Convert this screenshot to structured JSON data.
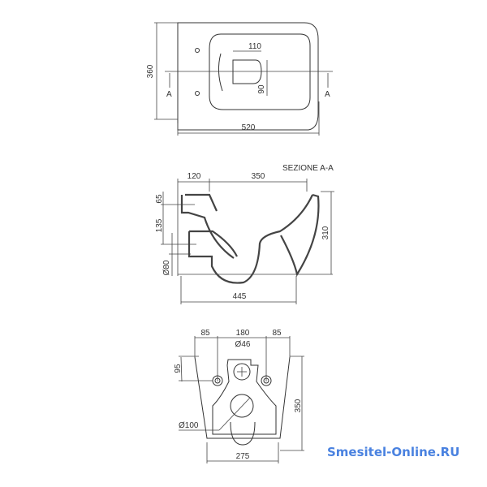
{
  "top_view": {
    "width": "520",
    "depth": "360",
    "seat_width": "110",
    "seat_depth": "90",
    "section_left": "A",
    "section_right": "A"
  },
  "section_view": {
    "title": "SEZIONE A-A",
    "dim_120": "120",
    "dim_350": "350",
    "dim_65": "65",
    "dim_135": "135",
    "dim_80": "Ø80",
    "height": "310",
    "length": "445"
  },
  "rear_view": {
    "dim_85_left": "85",
    "dim_180": "180",
    "dim_85_right": "85",
    "dim_46": "Ø46",
    "dim_95": "95",
    "height": "350",
    "dim_100": "Ø100",
    "width": "275"
  },
  "watermark": "Smesitel-Online.RU",
  "colors": {
    "watermark": "#4a82e0",
    "lines": "#333333"
  }
}
